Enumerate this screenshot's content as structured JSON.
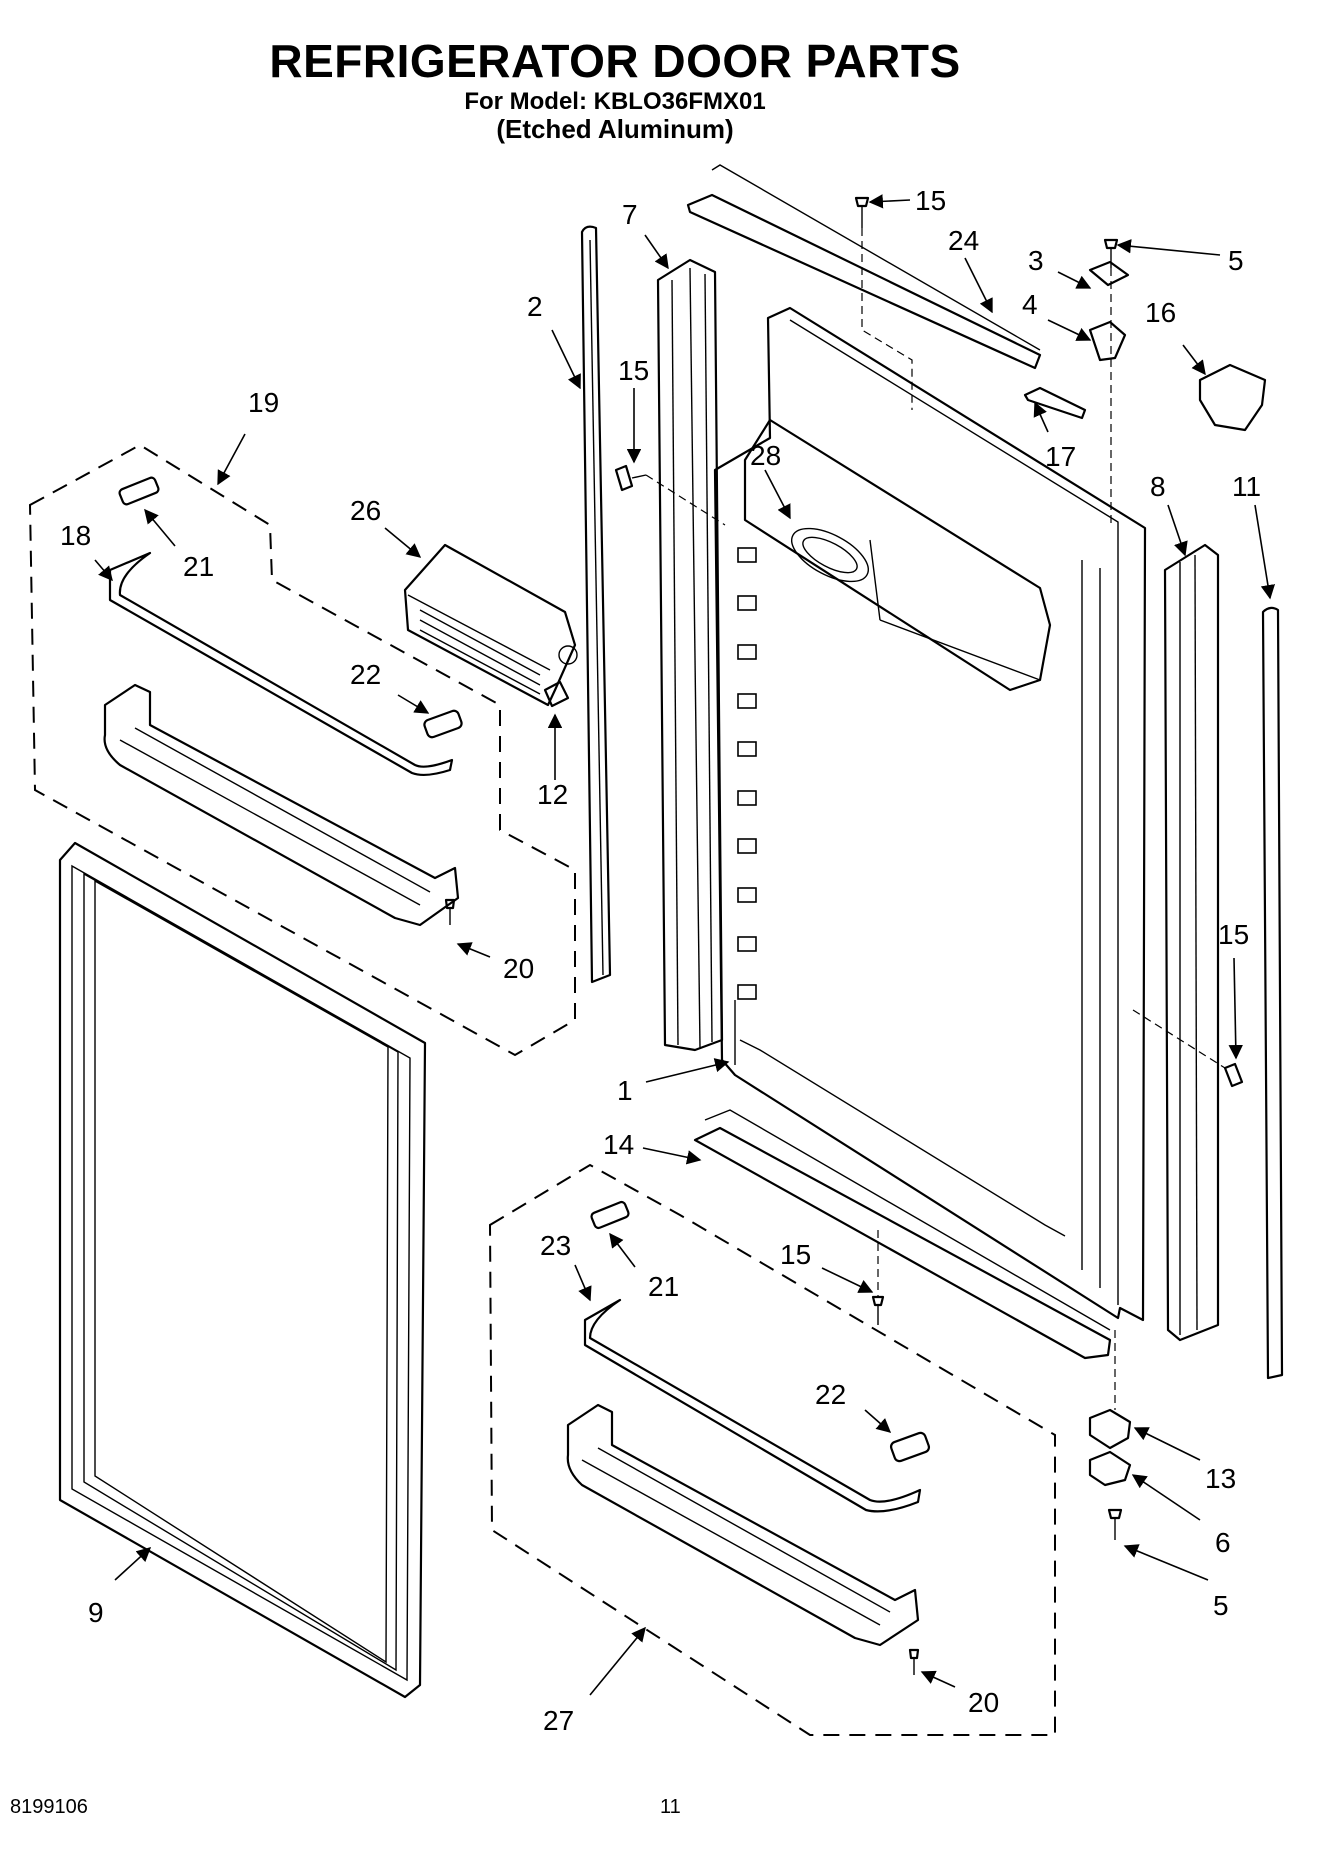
{
  "header": {
    "title": "REFRIGERATOR DOOR PARTS",
    "model": "For Model: KBLO36FMX01",
    "finish": "(Etched Aluminum)"
  },
  "callouts": {
    "c1": "1",
    "c2": "2",
    "c3": "3",
    "c4": "4",
    "c5a": "5",
    "c5b": "5",
    "c6": "6",
    "c7": "7",
    "c8": "8",
    "c9": "9",
    "c11": "11",
    "c12": "12",
    "c13": "13",
    "c14": "14",
    "c15a": "15",
    "c15b": "15",
    "c15c": "15",
    "c15d": "15",
    "c16": "16",
    "c17": "17",
    "c18": "18",
    "c19": "19",
    "c20a": "20",
    "c20b": "20",
    "c21a": "21",
    "c21b": "21",
    "c22a": "22",
    "c22b": "22",
    "c23": "23",
    "c24": "24",
    "c26": "26",
    "c27": "27",
    "c28": "28"
  },
  "footer": {
    "doc_number": "8199106",
    "page_number": "11"
  }
}
